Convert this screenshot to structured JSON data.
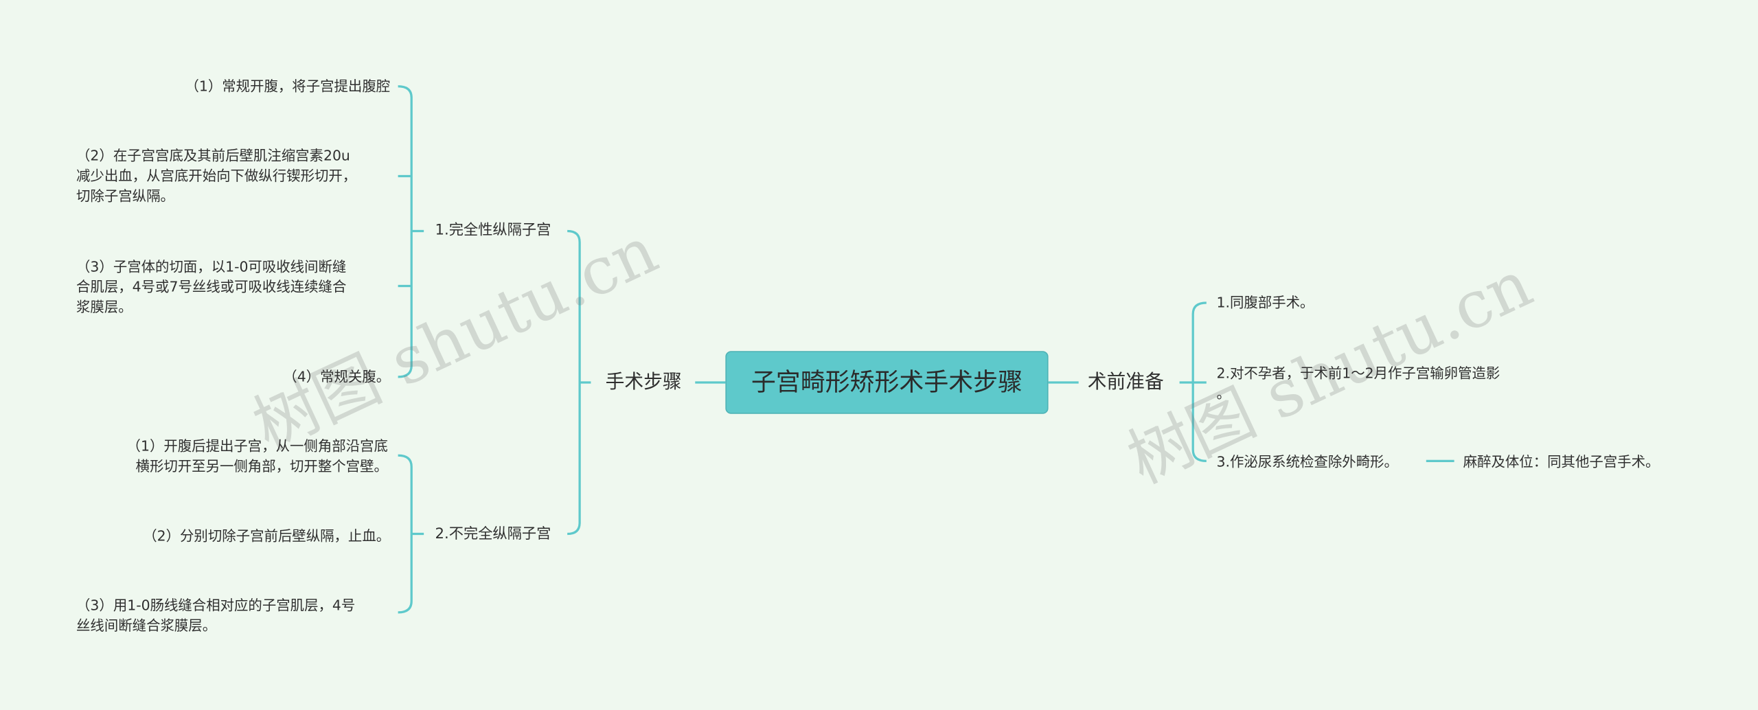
{
  "root": {
    "label": "子宫畸形矫形术手术步骤"
  },
  "left": {
    "label": "手术步骤",
    "groups": [
      {
        "label": "1.完全性纵隔子宫",
        "items": [
          "（1）常规开腹，将子宫提出腹腔",
          "（2）在子宫宫底及其前后壁肌注缩宫素20u\n减少出血，从宫底开始向下做纵行锲形切开，\n切除子宫纵隔。",
          "（3）子宫体的切面，以1-0可吸收线间断缝\n合肌层，4号或7号丝线或可吸收线连续缝合\n浆膜层。",
          "（4）常规关腹。"
        ]
      },
      {
        "label": "2.不完全纵隔子宫",
        "items": [
          "（1）开腹后提出子宫，从一侧角部沿宫底\n横形切开至另一侧角部，切开整个宫壁。",
          "（2）分别切除子宫前后壁纵隔，止血。",
          "（3）用1-0肠线缝合相对应的子宫肌层，4号\n丝线间断缝合浆膜层。"
        ]
      }
    ]
  },
  "right": {
    "label": "术前准备",
    "items": [
      "1.同腹部手术。",
      "2.对不孕者，于术前1～2月作子宫输卵管造影\n。",
      "3.作泌尿系统检查除外畸形。"
    ],
    "sub_item": "麻醉及体位：同其他子宫手术。"
  },
  "watermark": "树图 shutu.cn",
  "colors": {
    "background": "#eff8ef",
    "root_fill": "#5ec9cb",
    "line": "#5ec9cb"
  }
}
